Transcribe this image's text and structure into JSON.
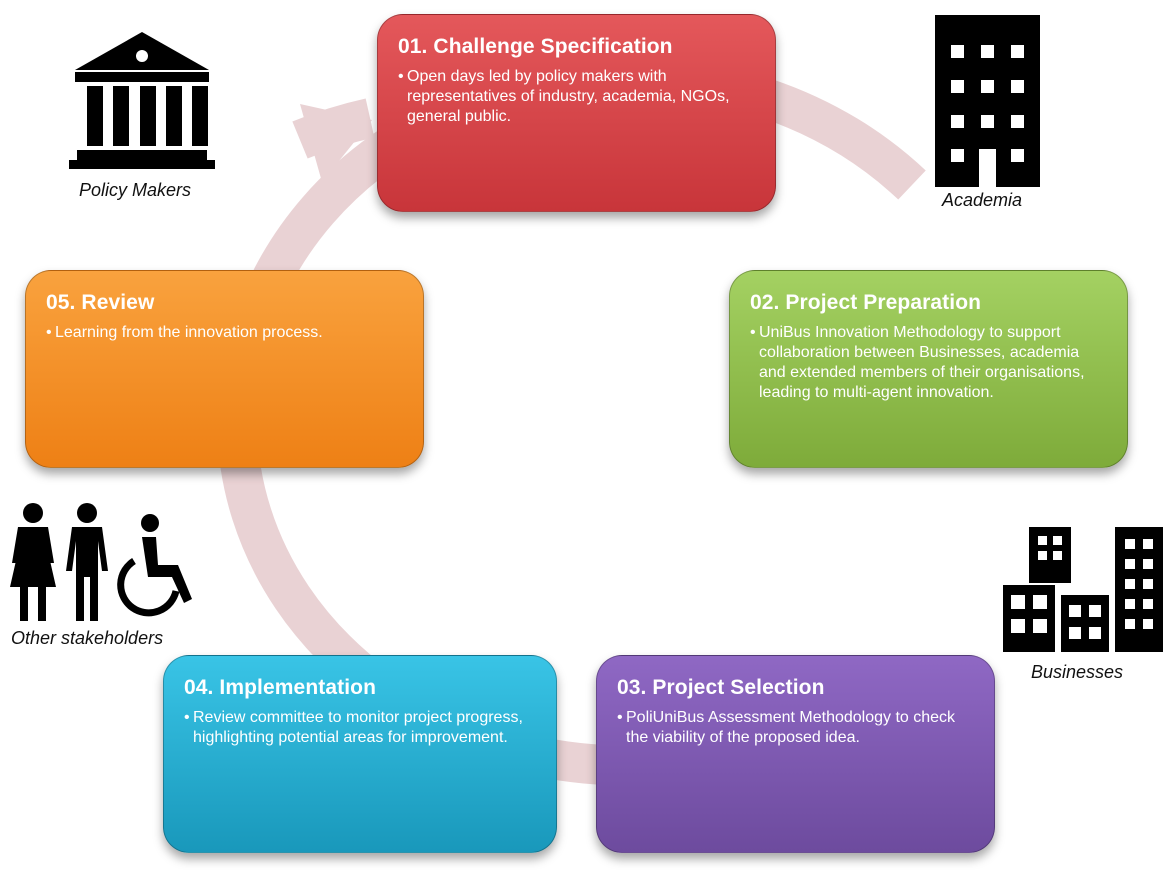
{
  "steps": [
    {
      "title": "01. Challenge Specification",
      "text": "Open days led by policy makers with representatives of industry, academia, NGOs, general public.",
      "color": "#d9434a"
    },
    {
      "title": "02. Project Preparation",
      "text": "UniBus Innovation Methodology to support collaboration between Businesses, academia and extended members of their organisations, leading to multi-agent innovation.",
      "color": "#8fbf4a"
    },
    {
      "title": "03. Project Selection",
      "text": "PoliUniBus Assessment Methodology to check the viability of the proposed idea.",
      "color": "#7b57b0"
    },
    {
      "title": "04. Implementation",
      "text": "Review committee to monitor project progress, highlighting potential areas for improvement.",
      "color": "#27aed3"
    },
    {
      "title": "05. Review",
      "text": "Learning from the innovation process.",
      "color": "#f48f25"
    }
  ],
  "bullet_char": "•",
  "stakeholders": {
    "policy": {
      "label": "Policy Makers",
      "icon": "government-building-icon"
    },
    "academia": {
      "label": "Academia",
      "icon": "tower-building-icon"
    },
    "businesses": {
      "label": "Businesses",
      "icon": "city-buildings-icon"
    },
    "other": {
      "label": "Other stakeholders",
      "icon": "people-icon"
    }
  },
  "cycle_arrow_color": "#e8d0d2"
}
